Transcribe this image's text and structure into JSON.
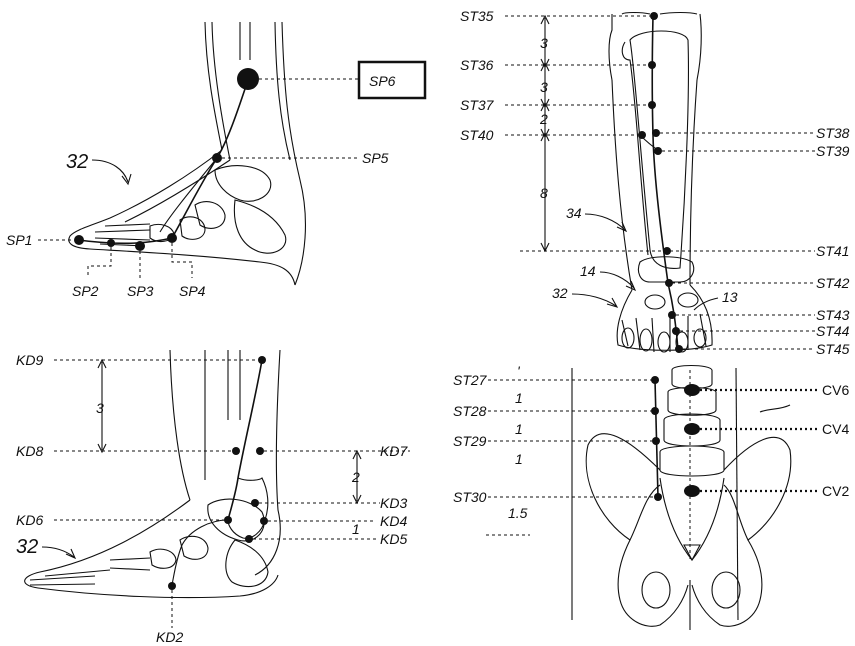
{
  "spleen": {
    "ref": "32",
    "points": [
      "SP1",
      "SP2",
      "SP3",
      "SP4",
      "SP5",
      "SP6"
    ]
  },
  "stomach_leg": {
    "ref_leg": "34",
    "ref_foot": "32",
    "ref_a": "14",
    "ref_b": "13",
    "points": [
      "ST35",
      "ST36",
      "ST37",
      "ST40",
      "ST38",
      "ST39",
      "ST41",
      "ST42",
      "ST43",
      "ST44",
      "ST45"
    ],
    "spacings": [
      "3",
      "3",
      "2",
      "8"
    ]
  },
  "kidney": {
    "ref": "32",
    "points": [
      "KD9",
      "KD8",
      "KD7",
      "KD3",
      "KD6",
      "KD4",
      "KD5",
      "KD2"
    ],
    "spacings": [
      "3",
      "2",
      "1"
    ]
  },
  "abdomen": {
    "points": [
      "ST27",
      "ST28",
      "ST29",
      "ST30",
      "CV6",
      "CV4",
      "CV2"
    ],
    "spacings": [
      "'",
      "1",
      "1",
      "1",
      "1.5"
    ]
  }
}
